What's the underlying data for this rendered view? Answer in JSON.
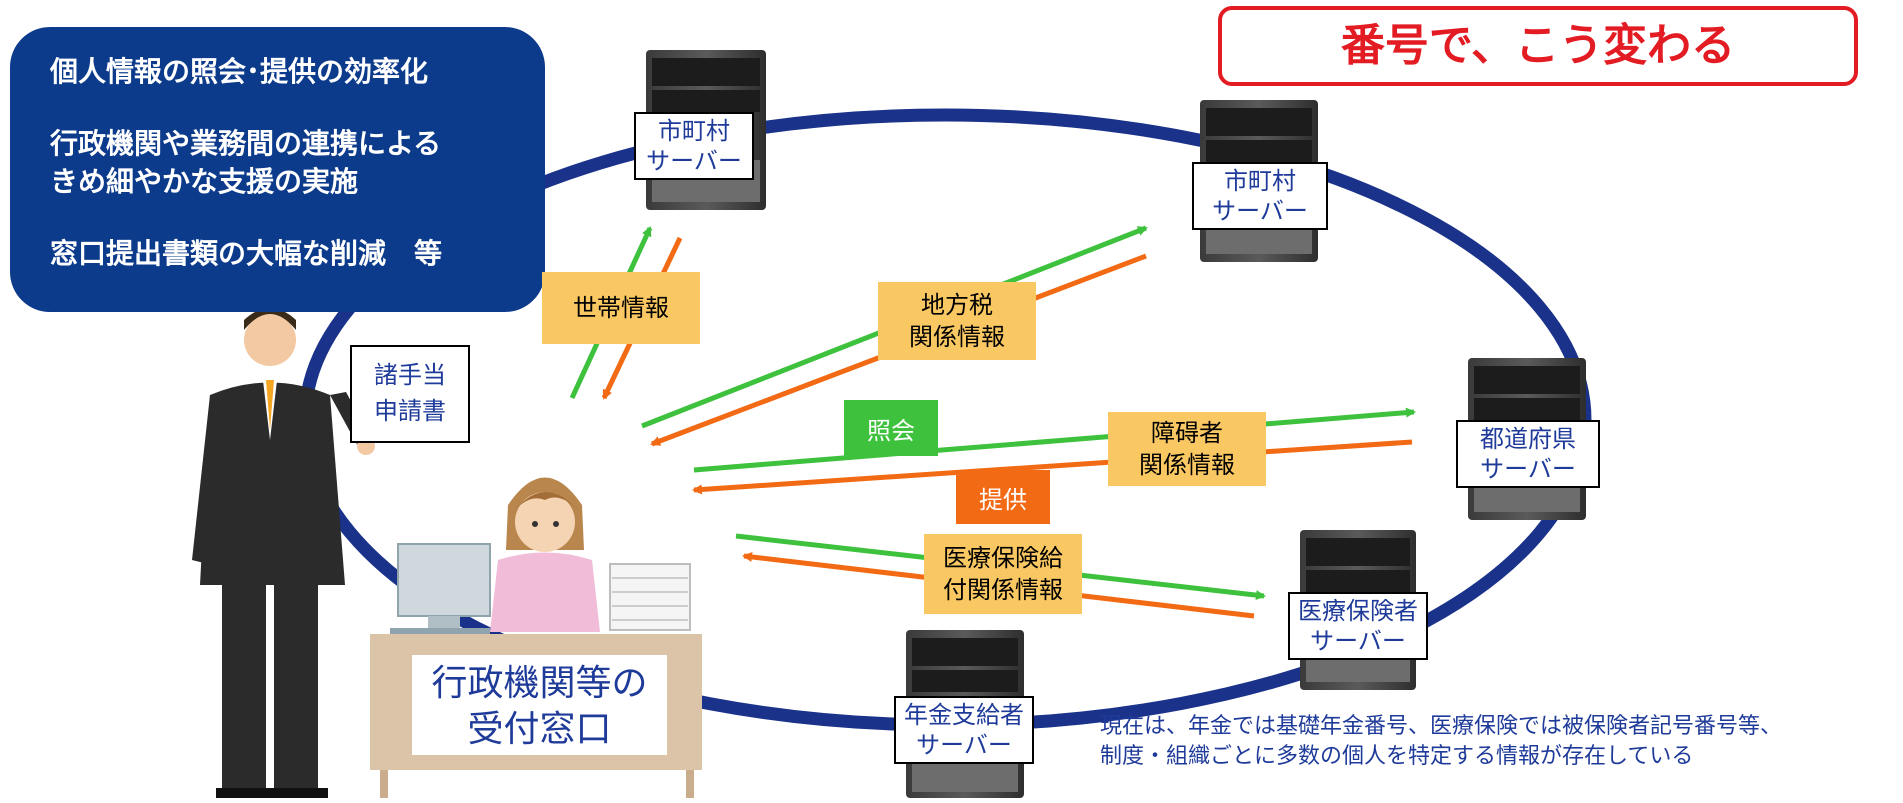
{
  "benefits": {
    "item1": "個人情報の照会･提供の効率化",
    "item2_line1": "行政機関や業務間の連携による",
    "item2_line2": "きめ細やかな支援の実施",
    "item3": "窓口提出書類の大幅な削減　等"
  },
  "title": "番号で、こう変わる",
  "servers": {
    "municipal_1": [
      "市町村",
      "サーバー"
    ],
    "municipal_2": [
      "市町村",
      "サーバー"
    ],
    "prefecture": [
      "都道府県",
      "サーバー"
    ],
    "medical_insurer": [
      "医療保険者",
      "サーバー"
    ],
    "pension": [
      "年金支給者",
      "サーバー"
    ]
  },
  "info_labels": {
    "household": "世帯情報",
    "local_tax": [
      "地方税",
      "関係情報"
    ],
    "disability": [
      "障碍者",
      "関係情報"
    ],
    "medical_benefit": [
      "医療保険給",
      "付関係情報"
    ]
  },
  "tags": {
    "inquiry": "照会",
    "provision": "提供"
  },
  "colors": {
    "inquiry": "#3ec23e",
    "provision": "#f26a14",
    "ring": "#1a3289",
    "info_label": "#fac862",
    "title_border": "#e31b23",
    "benefit_box": "#0d3b8c"
  },
  "application_form": [
    "諸手当",
    "申請書"
  ],
  "reception_counter": [
    "行政機関等の",
    "受付窓口"
  ],
  "note": [
    "現在は、年金では基礎年金番号、医療保険では被保険者記号番号等、",
    "制度・組織ごとに多数の個人を特定する情報が存在している"
  ]
}
